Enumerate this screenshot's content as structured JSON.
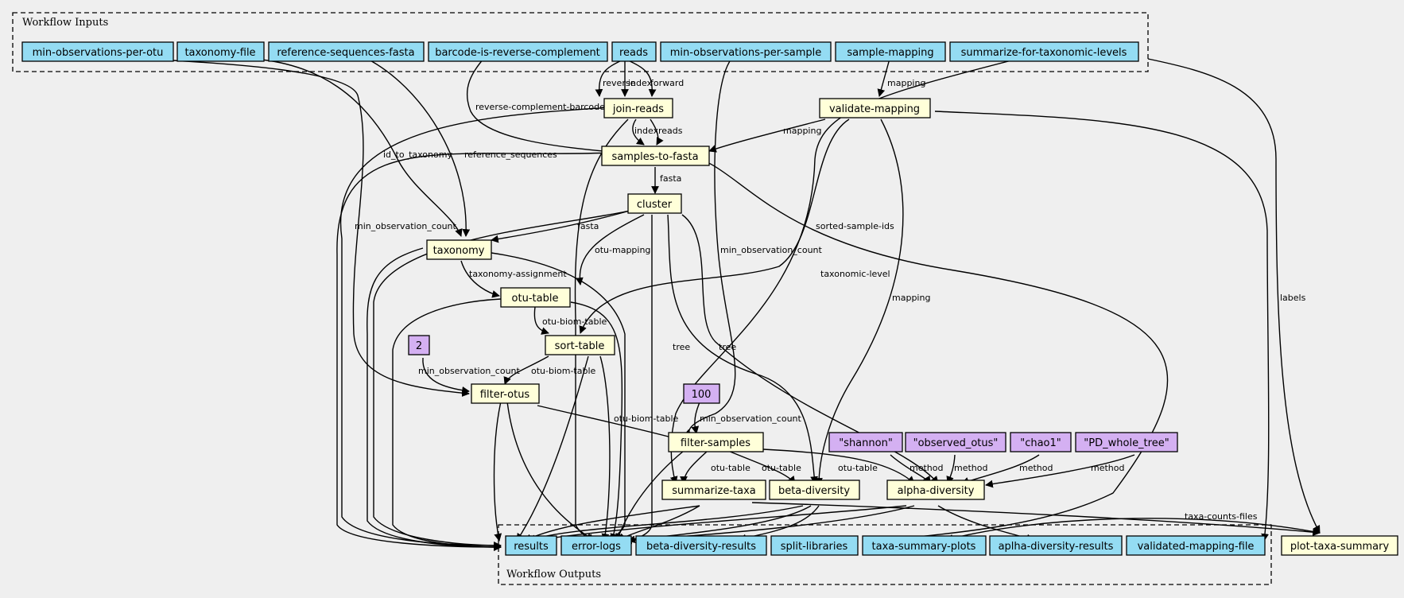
{
  "clusters": {
    "inputs_title": "Workflow Inputs",
    "outputs_title": "Workflow Outputs"
  },
  "colors": {
    "input_output": "#94dcf3",
    "step": "#ffffd9",
    "parameter": "#d4b0f2",
    "background": "#efefef"
  },
  "nodes": {
    "min_obs_otu": "min-observations-per-otu",
    "taxonomy_file": "taxonomy-file",
    "ref_seqs": "reference-sequences-fasta",
    "barcode_rc": "barcode-is-reverse-complement",
    "reads": "reads",
    "min_obs_sample": "min-observations-per-sample",
    "sample_mapping": "sample-mapping",
    "summarize_levels": "summarize-for-taxonomic-levels",
    "join_reads": "join-reads",
    "validate_mapping": "validate-mapping",
    "samples_to_fasta": "samples-to-fasta",
    "cluster": "cluster",
    "taxonomy": "taxonomy",
    "otu_table": "otu-table",
    "sort_table": "sort-table",
    "two": "2",
    "filter_otus": "filter-otus",
    "hundred": "100",
    "filter_samples": "filter-samples",
    "shannon": "\"shannon\"",
    "observed_otus": "\"observed_otus\"",
    "chao1": "\"chao1\"",
    "pd_whole_tree": "\"PD_whole_tree\"",
    "summarize_taxa": "summarize-taxa",
    "beta_diversity": "beta-diversity",
    "alpha_diversity": "alpha-diversity",
    "results": "results",
    "error_logs": "error-logs",
    "beta_results": "beta-diversity-results",
    "split_libraries": "split-libraries",
    "taxa_plots": "taxa-summary-plots",
    "alpha_results": "aplha-diversity-results",
    "validated_mapping_file": "validated-mapping-file",
    "plot_taxa_summary": "plot-taxa-summary"
  },
  "edge_labels": {
    "reverse": "reverse",
    "index": "index",
    "forward": "forward",
    "mapping_in": "mapping",
    "reverse_complement_barcode": "reverse-complement-barcode",
    "index2": "index",
    "reads2": "reads",
    "mapping_stf": "mapping",
    "id_to_taxonomy": "id_to_taxonomy",
    "reference_sequences": "reference_sequences",
    "fasta1": "fasta",
    "fasta2": "fasta",
    "min_observation_count1": "min_observation_count",
    "sorted_sample_ids": "sorted-sample-ids",
    "otu_mapping": "otu-mapping",
    "min_observation_count2": "min_observation_count",
    "taxonomic_level": "taxonomic-level",
    "mapping_beta": "mapping",
    "labels": "labels",
    "taxonomy_assignment": "taxonomy-assignment",
    "otu_biom_table1": "otu-biom-table",
    "min_observation_count3": "min_observation_count",
    "otu_biom_table2": "otu-biom-table",
    "tree1": "tree",
    "tree2": "tree",
    "otu_biom_table3": "otu-biom-table",
    "min_observation_count4": "min_observation_count",
    "method1": "method",
    "method2": "method",
    "method3": "method",
    "method4": "method",
    "otu_table1": "otu-table",
    "otu_table2": "otu-table",
    "otu_table3": "otu-table",
    "taxa_counts_files": "taxa-counts-files"
  }
}
